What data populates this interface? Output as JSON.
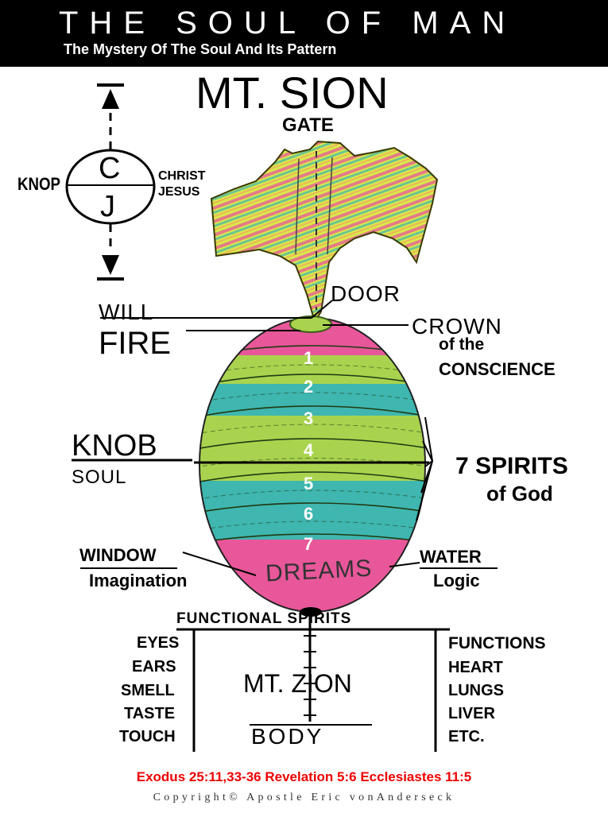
{
  "header": {
    "title": "THE SOUL OF MAN",
    "subtitle": "The Mystery Of The Soul And Its Pattern"
  },
  "top": {
    "mount": "MT. SION",
    "gate": "GATE"
  },
  "knop": {
    "label": "KNOP",
    "letter_top": "C",
    "letter_bottom": "J",
    "name_line1": "CHRIST",
    "name_line2": "JESUS"
  },
  "labels": {
    "will": "WILL",
    "fire": "FIRE",
    "door": "DOOR",
    "crown": "CROWN",
    "crown_sub1": "of the",
    "crown_sub2": "CONSCIENCE",
    "knob": "KNOB",
    "soul": "SOUL",
    "spirits": "7 SPIRITS",
    "spirits_sub": "of God",
    "window": "WINDOW",
    "window_sub": "Imagination",
    "water": "WATER",
    "water_sub": "Logic",
    "dreams": "DREAMS"
  },
  "band_numbers": [
    "1",
    "2",
    "3",
    "4",
    "5",
    "6",
    "7"
  ],
  "functional": {
    "heading": "FUNCTIONAL SPIRITS",
    "senses": [
      "EYES",
      "EARS",
      "SMELL",
      "TASTE",
      "TOUCH"
    ],
    "functions_heading": "FUNCTIONS",
    "organs": [
      "HEART",
      "LUNGS",
      "LIVER",
      "ETC."
    ],
    "mount": "MT. ZION",
    "body": "BODY"
  },
  "footer": {
    "references": "Exodus 25:11,33-36   Revelation 5:6  Ecclesiastes 11:5",
    "copyright": "Copyright© Apostle Eric vonAnderseck"
  },
  "colors": {
    "header_bg": "#000000",
    "pink": "#e8579a",
    "lime": "#a9d34e",
    "teal": "#3fb6b0",
    "gate_yellow": "#d9e94a",
    "reference_red": "#e00000"
  }
}
